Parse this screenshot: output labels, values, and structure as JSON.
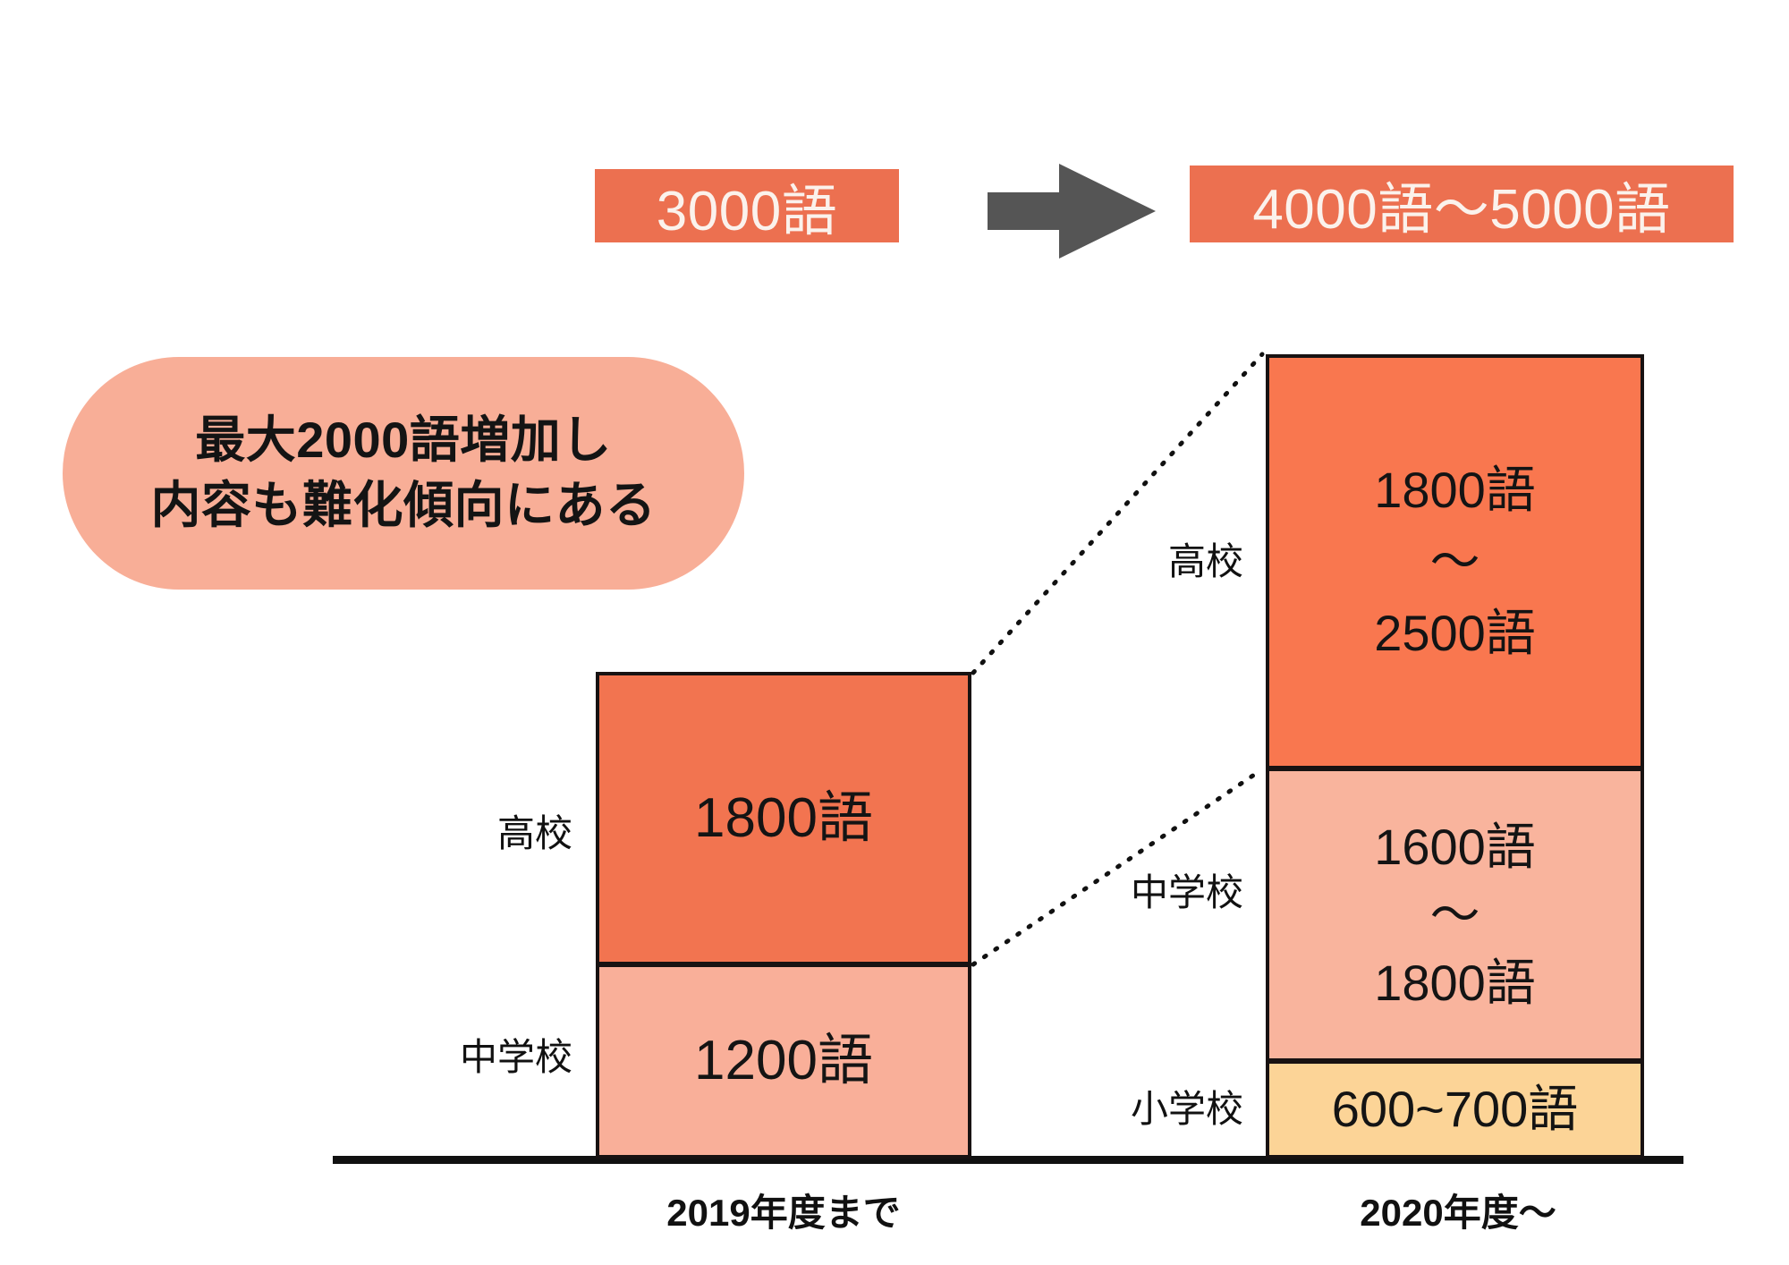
{
  "banners": {
    "before": "3000語",
    "after": "4000語〜5000語",
    "arrow_icon": "arrow-right-icon"
  },
  "callout": {
    "line1": "最大2000語増加し",
    "line2": "内容も難化傾向にある"
  },
  "axis": {
    "before_caption": "2019年度まで",
    "after_caption": "2020年度〜"
  },
  "labels": {
    "high_school": "高校",
    "junior_high": "中学校",
    "elementary": "小学校"
  },
  "bars": {
    "before": {
      "high_school_value": "1800語",
      "junior_high_value": "1200語"
    },
    "after": {
      "high_school_min": "1800語",
      "high_school_tilde": "〜",
      "high_school_max": "2500語",
      "junior_high_min": "1600語",
      "junior_high_tilde": "〜",
      "junior_high_max": "1800語",
      "elementary_value": "600~700語"
    }
  },
  "colors": {
    "orange_banner": "#EC7050",
    "high_school_fill": "#F27450",
    "junior_high_fill": "#F9AF99",
    "elementary_fill": "#FCD497",
    "callout_fill": "#F8AE97",
    "arrow_fill": "#555555",
    "outline": "#181212"
  },
  "chart_data": {
    "type": "bar",
    "title": "",
    "subtitle": "",
    "xlabel": "",
    "ylabel": "",
    "stacked": true,
    "orientation": "vertical",
    "grid": false,
    "legend": "none",
    "categories": [
      "2019年度まで",
      "2020年度〜"
    ],
    "series": [
      {
        "name": "小学校",
        "unit": "語",
        "values": [
          0,
          650
        ],
        "value_labels": [
          "",
          "600~700語"
        ],
        "range_low": [
          0,
          600
        ],
        "range_high": [
          0,
          700
        ],
        "color": "#FCD497"
      },
      {
        "name": "中学校",
        "unit": "語",
        "values": [
          1200,
          1700
        ],
        "value_labels": [
          "1200語",
          "1600語〜1800語"
        ],
        "range_low": [
          1200,
          1600
        ],
        "range_high": [
          1200,
          1800
        ],
        "color": "#F9AF99"
      },
      {
        "name": "高校",
        "unit": "語",
        "values": [
          1800,
          2150
        ],
        "value_labels": [
          "1800語",
          "1800語〜2500語"
        ],
        "range_low": [
          1800,
          1800
        ],
        "range_high": [
          1800,
          2500
        ],
        "color": "#F27450"
      }
    ],
    "totals": [
      "3000語",
      "4000語〜5000語"
    ],
    "annotations": [
      "最大2000語増加し",
      "内容も難化傾向にある"
    ]
  }
}
